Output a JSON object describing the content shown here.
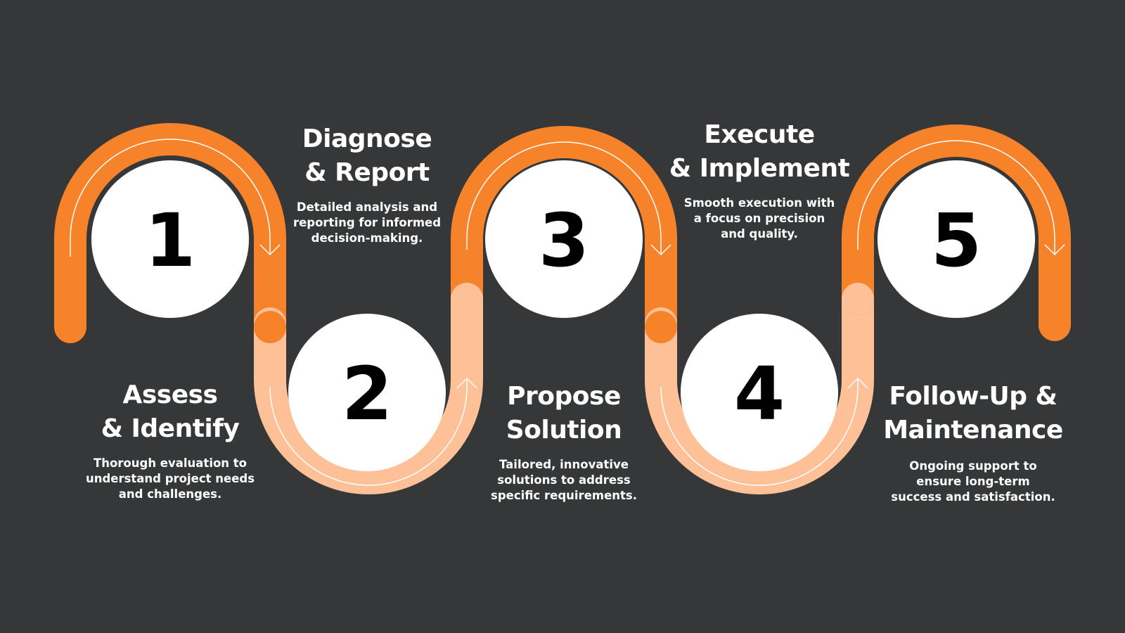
{
  "colors": {
    "background": "#353738",
    "orange": "#f6822a",
    "peach": "#fdc097",
    "circle": "#ffffff",
    "number": "#000000",
    "text": "#ffffff"
  },
  "steps": [
    {
      "number": "1",
      "title": "Assess\n& Identify",
      "description": "Thorough evaluation to\nunderstand project needs\nand challenges."
    },
    {
      "number": "2",
      "title": "Diagnose\n& Report",
      "description": "Detailed analysis and\nreporting for informed\ndecision-making."
    },
    {
      "number": "3",
      "title": "Propose\nSolution",
      "description": "Tailored, innovative\nsolutions to address\nspecific requirements."
    },
    {
      "number": "4",
      "title": "Execute\n& Implement",
      "description": "Smooth execution with\na focus on precision\nand quality."
    },
    {
      "number": "5",
      "title": "Follow-Up &\nMaintenance",
      "description": "Ongoing support to\nensure long-term\nsuccess and satisfaction."
    }
  ]
}
